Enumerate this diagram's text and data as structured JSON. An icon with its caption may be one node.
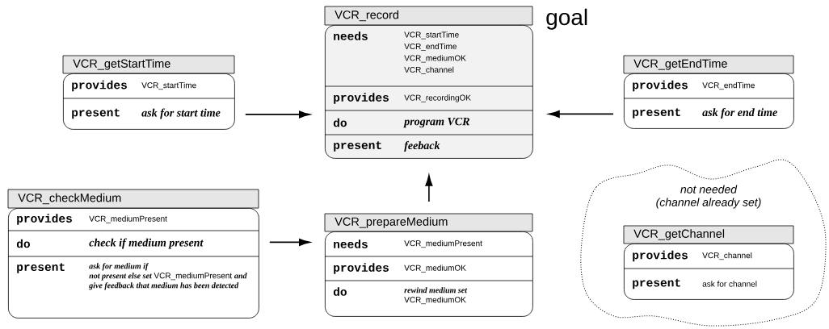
{
  "diagram": {
    "nodes": [
      {
        "text": [
          "VCR_record"
        ],
        "beside": [
          "goal"
        ]
      },
      {
        "text": [
          "needs",
          "VCR_startTime",
          "VCR_endTime",
          "VCR_mediumOK",
          "VCR_channel"
        ],
        "in": 0
      },
      {
        "text": [
          "provides",
          "VCR_recordingOK"
        ],
        "in": 0
      },
      {
        "text": [
          "do",
          "program VCR"
        ],
        "in": 0
      },
      {
        "text": [
          "present",
          "feeback"
        ],
        "in": 0
      },
      {
        "text": [
          "VCR_getStartTime"
        ]
      },
      {
        "text": [
          "provides",
          "VCR_startTime"
        ],
        "in": 5
      },
      {
        "text": [
          "present",
          "ask for start time"
        ],
        "in": 5
      },
      {
        "text": [
          "VCR_getEndTime"
        ]
      },
      {
        "text": [
          "provides",
          "VCR_endTime"
        ],
        "in": 8
      },
      {
        "text": [
          "present",
          "ask for end time"
        ],
        "in": 8
      },
      {
        "text": [
          "VCR_checkMedium"
        ]
      },
      {
        "text": [
          "provides",
          "VCR_mediumPresent"
        ],
        "in": 11
      },
      {
        "text": [
          "do",
          "check if medium present"
        ],
        "in": 11
      },
      {
        "text": [
          "present",
          "*ask for medium if not present else set* VCR_mediumPresent *and give feedback that medium has been detected*"
        ],
        "in": 11
      },
      {
        "text": [
          "VCR_prepareMedium"
        ]
      },
      {
        "text": [
          "needs",
          "VCR_mediumPresent"
        ],
        "in": 15
      },
      {
        "text": [
          "provides",
          "VCR_mediumOK"
        ],
        "in": 15
      },
      {
        "text": [
          "do",
          "*rewind medium set* VCR_mediumOK"
        ],
        "in": 15
      },
      {
        "text": [
          "not needed (channel already set)"
        ]
      },
      {
        "text": [
          "VCR_getChannel"
        ],
        "in": 19
      },
      {
        "text": [
          "provides",
          "VCR_channel"
        ],
        "in": 20
      },
      {
        "text": [
          "present",
          "ask for channel"
        ],
        "in": 20
      }
    ],
    "edges": [
      {
        "from": 5,
        "to": 0,
        "arrow": "to"
      },
      {
        "from": 8,
        "to": 0,
        "arrow": "to"
      },
      {
        "from": 11,
        "to": 15,
        "arrow": "to"
      },
      {
        "from": 15,
        "to": 0,
        "arrow": "to"
      }
    ]
  }
}
